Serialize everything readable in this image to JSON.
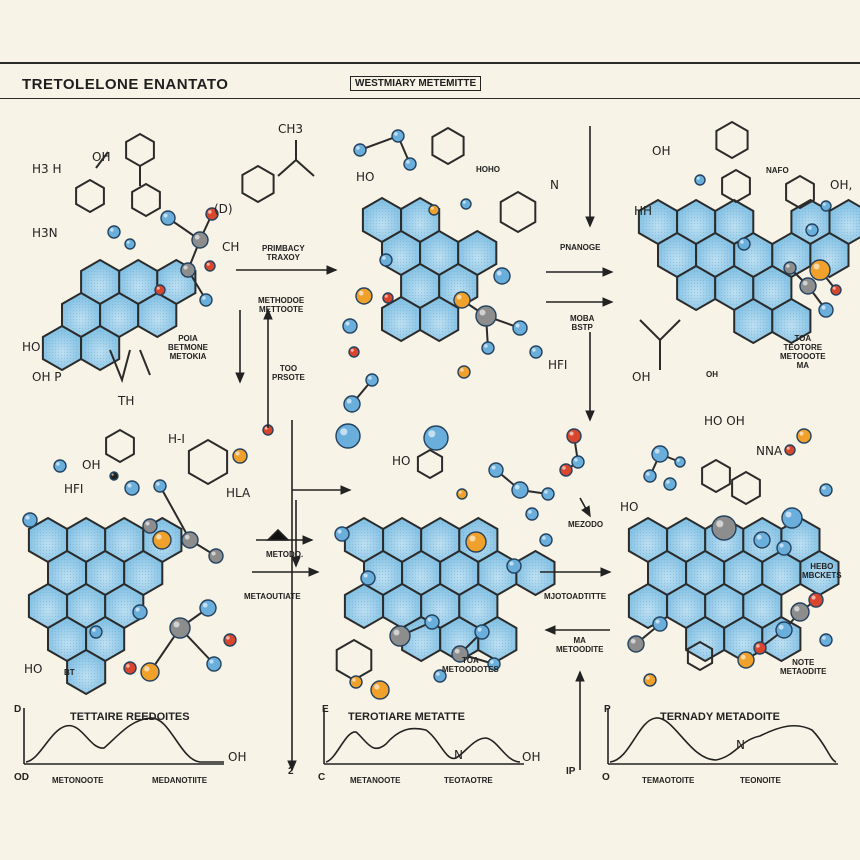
{
  "header": {
    "title": "TRETOLELONE ENANTATO",
    "box_label": "WESTMIARY METEMITTE"
  },
  "arrow_labels": {
    "top_left_arrow": [
      "PRIMBACY",
      "TRAXOY"
    ],
    "mid_left": [
      "METHODOE",
      "METTOOTE"
    ],
    "left_side": [
      "POIA",
      "BETMONE",
      "METOKIA"
    ],
    "too_prsote": [
      "TOO",
      "PRSOTE"
    ],
    "pnanoge": "PNANOGE",
    "moba_bstp": [
      "MOBA",
      "BSTP"
    ],
    "metodo": "METODO.",
    "metaoutiate": "METAOUTIATE",
    "mezodo": "MEZODO",
    "mjotoadtitte": "MJOTOADTITTE",
    "ma_metoodite": [
      "MA",
      "METOODITE"
    ]
  },
  "molecule_labels": {
    "h3h": "H3 H",
    "oh1": "OH",
    "h3n": "H3N",
    "ho_left": "HO",
    "oh_p": "OH P",
    "th": "TH",
    "ch3": "CH3",
    "ch": "CH",
    "d_top": "(D)",
    "hoho": "HOHO",
    "n_label": "N",
    "ho_mid": "HO",
    "hfi": "HFI",
    "oh_top_right": "OH",
    "nafo": "NAFO",
    "oh_right": "OH,",
    "hh": "HH",
    "oh_bottom_right": "OH",
    "oh_m": "OH",
    "toa_label": [
      "TOA",
      "TEOTORE",
      "METOOOTE",
      "MA"
    ],
    "oh_row2": "OH",
    "hf_row2": "HFI",
    "h_plus": "H-I",
    "hla": "HLA",
    "ho_row2_mid": "HO",
    "ho_oh_right": "HO OH",
    "nna": "NNA",
    "ho_bottom_left": "HO",
    "bt": "BT",
    "hebo_mbckets": [
      "HEBO",
      "MBCKETS"
    ],
    "note_metaodite": [
      "NOTE",
      "METAODITE"
    ],
    "toa_metoodotes": [
      "TOA",
      "METOODOTES"
    ],
    "ho_r": "HO"
  },
  "graphs": [
    {
      "title": "TETTAIRE REEDOITES",
      "axis_left": "D",
      "origin": "OD",
      "xlab1": "METONOOTE",
      "xlab2": "MEDANOTIITE",
      "end": "OH"
    },
    {
      "title": "TEROTIARE METATTE",
      "axis_left": "E",
      "origin": "C",
      "xlab1": "METANOOTE",
      "xlab2": "TEOTAOTRE",
      "end": "OH",
      "n": "N"
    },
    {
      "title": "TERNADY METADOITE",
      "axis_left": "P",
      "origin": "O",
      "xlab1": "TEMAOTOITE",
      "xlab2": "TEONOITE",
      "n": "N"
    }
  ],
  "misc": {
    "two": "2",
    "ip": "IP"
  },
  "colors": {
    "background": "#f7f3e6",
    "ring_fill": "#8ec7e6",
    "line": "#2b2b2b",
    "atom_blue": "#6aaedb",
    "atom_orange": "#f0a12b",
    "atom_red": "#d9462e",
    "atom_gray": "#8d8d8d"
  }
}
